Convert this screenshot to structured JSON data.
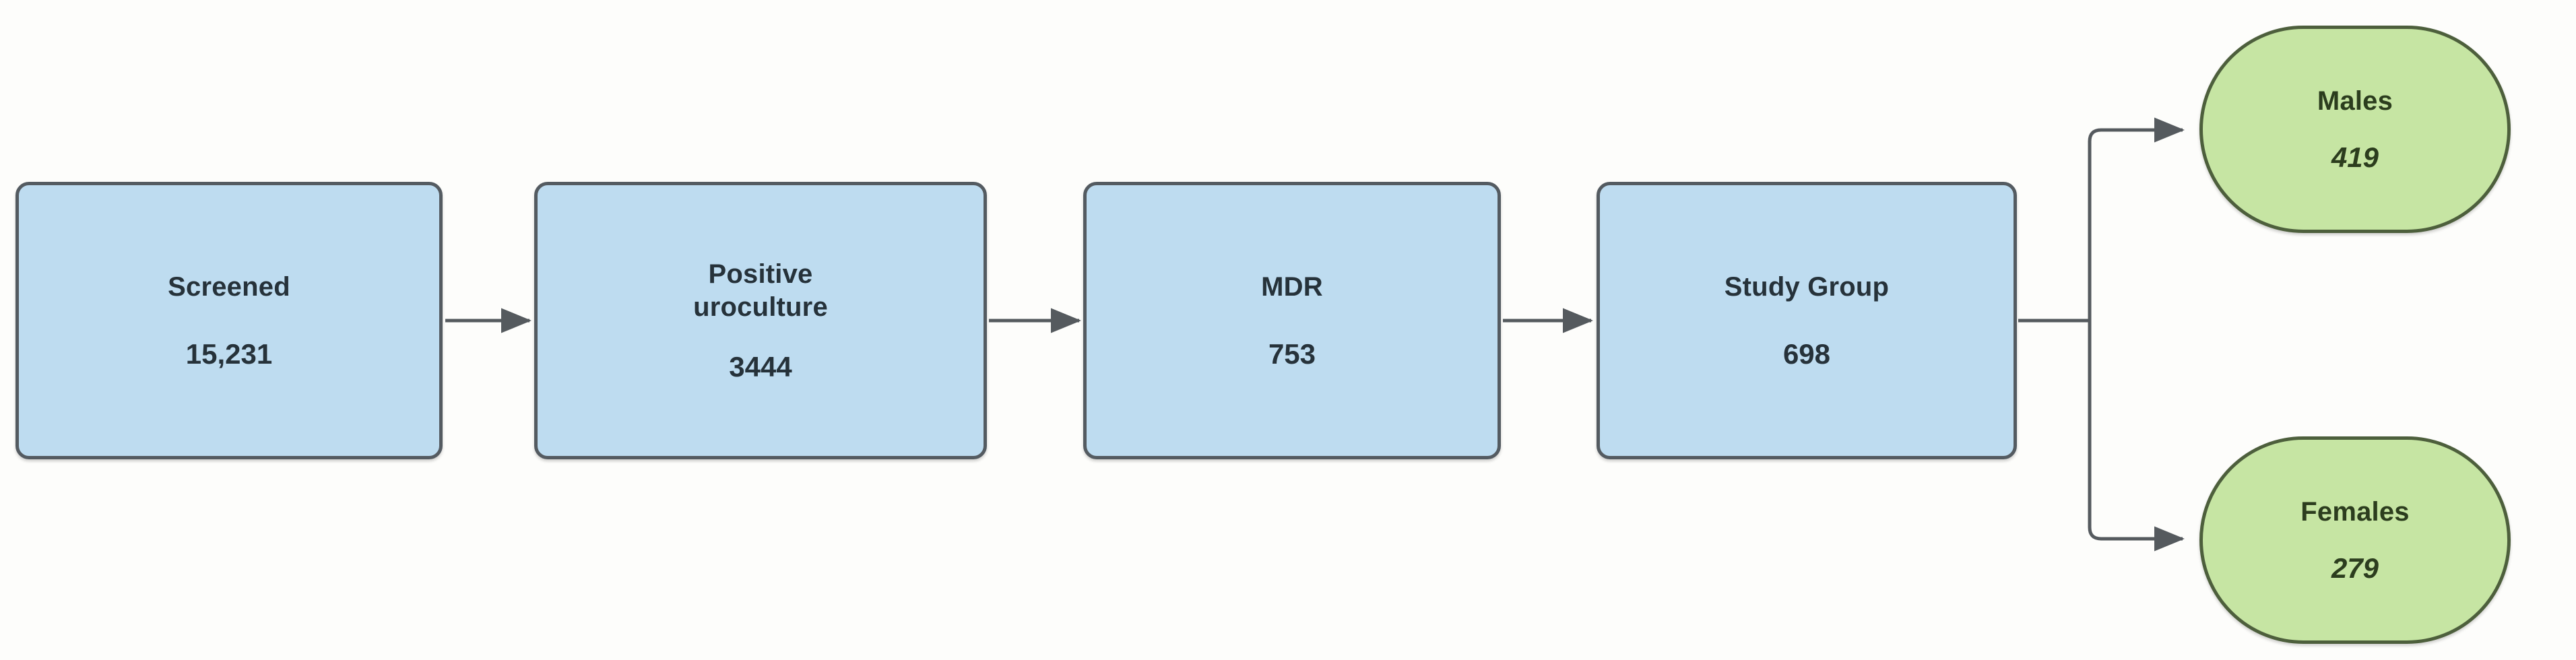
{
  "diagram": {
    "type": "flowchart",
    "orientation": "left-to-right",
    "background_color": "#fdfdfb",
    "nodes": [
      {
        "id": "screened",
        "label": "Screened",
        "value": "15,231",
        "shape": "rounded-rectangle",
        "fill": "#bedcf0",
        "stroke": "#545b61"
      },
      {
        "id": "positive-uroculture",
        "label": "Positive\nuroculture",
        "label_line1": "Positive",
        "label_line2": "uroculture",
        "value": "3444",
        "shape": "rounded-rectangle",
        "fill": "#bedcf0",
        "stroke": "#545b61"
      },
      {
        "id": "mdr",
        "label": "MDR",
        "value": "753",
        "shape": "rounded-rectangle",
        "fill": "#bedcf0",
        "stroke": "#545b61"
      },
      {
        "id": "study-group",
        "label": "Study Group",
        "value": "698",
        "shape": "rounded-rectangle",
        "fill": "#bedcf0",
        "stroke": "#545b61"
      },
      {
        "id": "males",
        "label": "Males",
        "value": "419",
        "shape": "stadium",
        "fill": "#c6e5a3",
        "stroke": "#4d5f3c"
      },
      {
        "id": "females",
        "label": "Females",
        "value": "279",
        "shape": "stadium",
        "fill": "#c6e5a3",
        "stroke": "#4d5f3c"
      }
    ],
    "edges": [
      {
        "from": "screened",
        "to": "positive-uroculture",
        "style": "arrow"
      },
      {
        "from": "positive-uroculture",
        "to": "mdr",
        "style": "arrow"
      },
      {
        "from": "mdr",
        "to": "study-group",
        "style": "arrow"
      },
      {
        "from": "study-group",
        "to": "males",
        "style": "arrow-branch-up"
      },
      {
        "from": "study-group",
        "to": "females",
        "style": "arrow-branch-down"
      }
    ],
    "edge_color": "#555a5e"
  }
}
